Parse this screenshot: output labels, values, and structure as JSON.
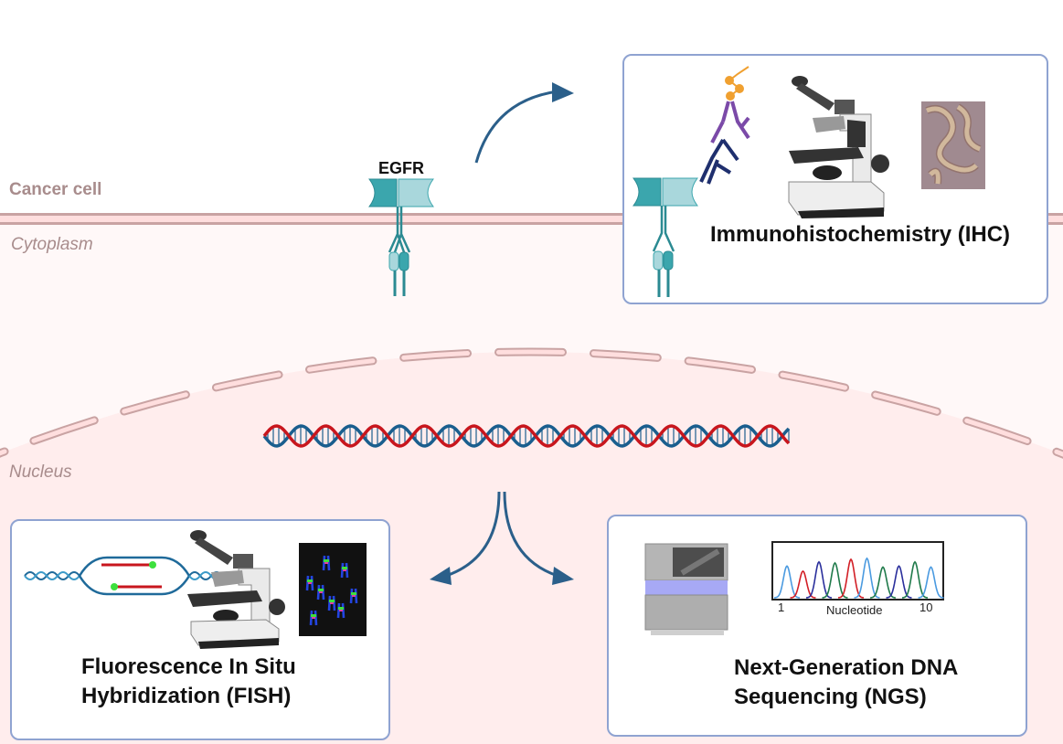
{
  "regions": {
    "extracellular_label": "Cancer cell",
    "cytoplasm_label": "Cytoplasm",
    "nucleus_label": "Nucleus"
  },
  "receptor": {
    "label": "EGFR"
  },
  "methods": {
    "ihc": {
      "title": "Immunohistochemistry (IHC)"
    },
    "fish": {
      "title_line1": "Fluorescence In Situ",
      "title_line2": "Hybridization (FISH)"
    },
    "ngs": {
      "title_line1": "Next-Generation DNA",
      "title_line2": "Sequencing (NGS)",
      "chromatogram": {
        "axis_start": "1",
        "axis_end": "10",
        "axis_label": "Nucleotide"
      }
    }
  },
  "colors": {
    "arrow": "#2b5f8a",
    "membrane": "#c9a3a3",
    "membrane_fill": "#ffdede",
    "cytoplasm": "#fff8f8",
    "nucleus": "#ffeeee",
    "box_border": "#8fa3d1",
    "egfr_dark": "#3ba6ad",
    "egfr_light": "#a9d7dc",
    "dna_blue": "#1a5e8e",
    "dna_red": "#c8161d"
  }
}
